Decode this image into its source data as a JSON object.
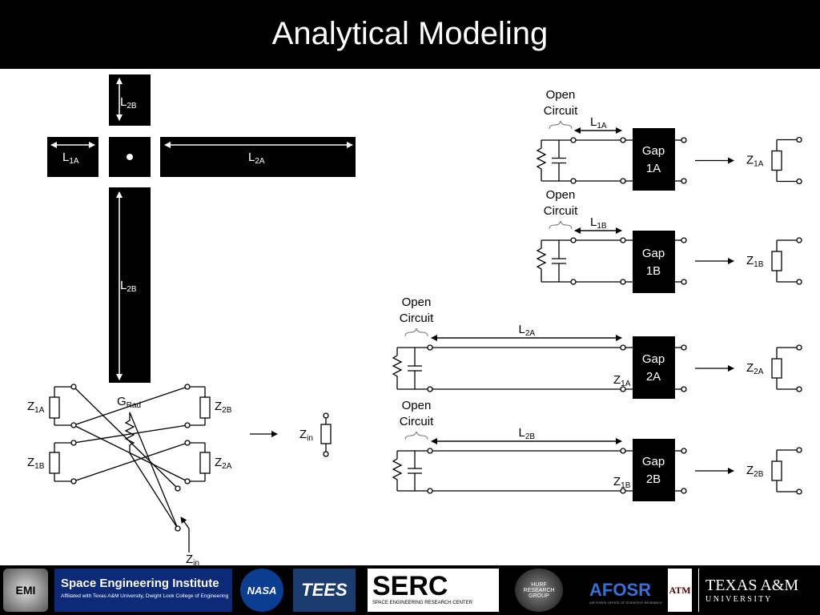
{
  "title": "Analytical Modeling",
  "dipole": {
    "l1a": "L",
    "l1a_sub": "1A",
    "l2a": "L",
    "l2a_sub": "2A",
    "l2b_top": "L",
    "l2b_top_sub": "2B",
    "l2b_bottom": "L",
    "l2b_bottom_sub": "2B"
  },
  "network": {
    "z1a": "Z",
    "z1a_sub": "1A",
    "z1b": "Z",
    "z1b_sub": "1B",
    "z2b": "Z",
    "z2b_sub": "2B",
    "z2a": "Z",
    "z2a_sub": "2A",
    "grad": "G",
    "grad_sub": "Rad",
    "zin": "Z",
    "zin_sub": "in",
    "zin_bottom": "Z",
    "zin_bottom_sub": "in"
  },
  "circuits": [
    {
      "open1": "Open",
      "open2": "Circuit",
      "len": "L",
      "len_sub": "1A",
      "gap1": "Gap",
      "gap2": "1A",
      "z": "Z",
      "z_sub": "1A",
      "extra": "",
      "extra_sub": ""
    },
    {
      "open1": "Open",
      "open2": "Circuit",
      "len": "L",
      "len_sub": "1B",
      "gap1": "Gap",
      "gap2": "1B",
      "z": "Z",
      "z_sub": "1B",
      "extra": "",
      "extra_sub": ""
    },
    {
      "open1": "Open",
      "open2": "Circuit",
      "len": "L",
      "len_sub": "2A",
      "gap1": "Gap",
      "gap2": "2A",
      "z": "Z",
      "z_sub": "2A",
      "extra": "Z",
      "extra_sub": "1A"
    },
    {
      "open1": "Open",
      "open2": "Circuit",
      "len": "L",
      "len_sub": "2B",
      "gap1": "Gap",
      "gap2": "2B",
      "z": "Z",
      "z_sub": "2B",
      "extra": "Z",
      "extra_sub": "1B"
    }
  ],
  "footer": {
    "emi": "EMI",
    "sei_title": "Space Engineering Institute",
    "sei_sub": "Affiliated with Texas A&M University, Dwight Look College of Engineering",
    "nasa": "NASA",
    "tees": "TEES",
    "serc": "SERC",
    "serc_sub": "SPACE ENGINEERING RESEARCH CENTER",
    "hurf": "HURF RESEARCH GROUP",
    "afosr": "AFOSR",
    "afosr_sub": "AIR FORCE OFFICE OF SCIENTIFIC RESEARCH",
    "tamu_mark": "ATM",
    "tamu1": "TEXAS A&M",
    "tamu2": "U N I V E R S I T Y"
  }
}
